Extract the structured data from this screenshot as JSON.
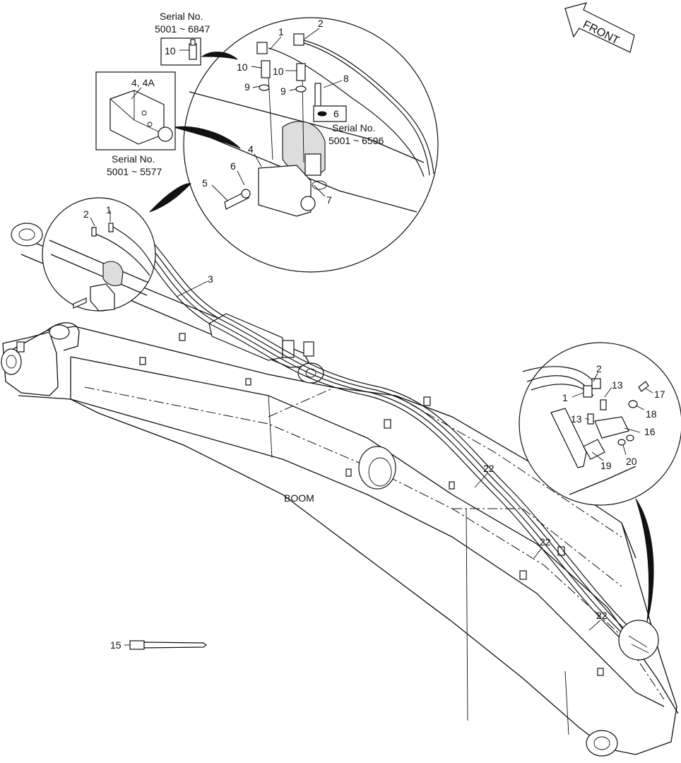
{
  "orientation": {
    "front_label": "FRONT"
  },
  "component_label": "BOOM",
  "serial_notes": [
    {
      "heading": "Serial No.",
      "range": "5001 ~ 6847"
    },
    {
      "heading": "Serial No.",
      "range": "5001 ~ 5577"
    },
    {
      "heading": "Serial No.",
      "range": "5001 ~ 6596"
    }
  ],
  "callouts": {
    "c1a": "1",
    "c2a": "2",
    "c10a": "10",
    "c10b": "10",
    "c10c": "10",
    "c9a": "9",
    "c9b": "9",
    "c8": "8",
    "c6a": "6",
    "c6b": "6",
    "c4a": "4, 4A",
    "c4b": "4",
    "c5": "5",
    "c7": "7",
    "c2b": "2",
    "c1b": "1",
    "c3": "3",
    "c2c": "2",
    "c13a": "13",
    "c1c": "1",
    "c13b": "13",
    "c17": "17",
    "c18": "18",
    "c16": "16",
    "c19": "19",
    "c20": "20",
    "c22a": "22",
    "c22b": "22",
    "c22c": "22",
    "c15": "15"
  }
}
